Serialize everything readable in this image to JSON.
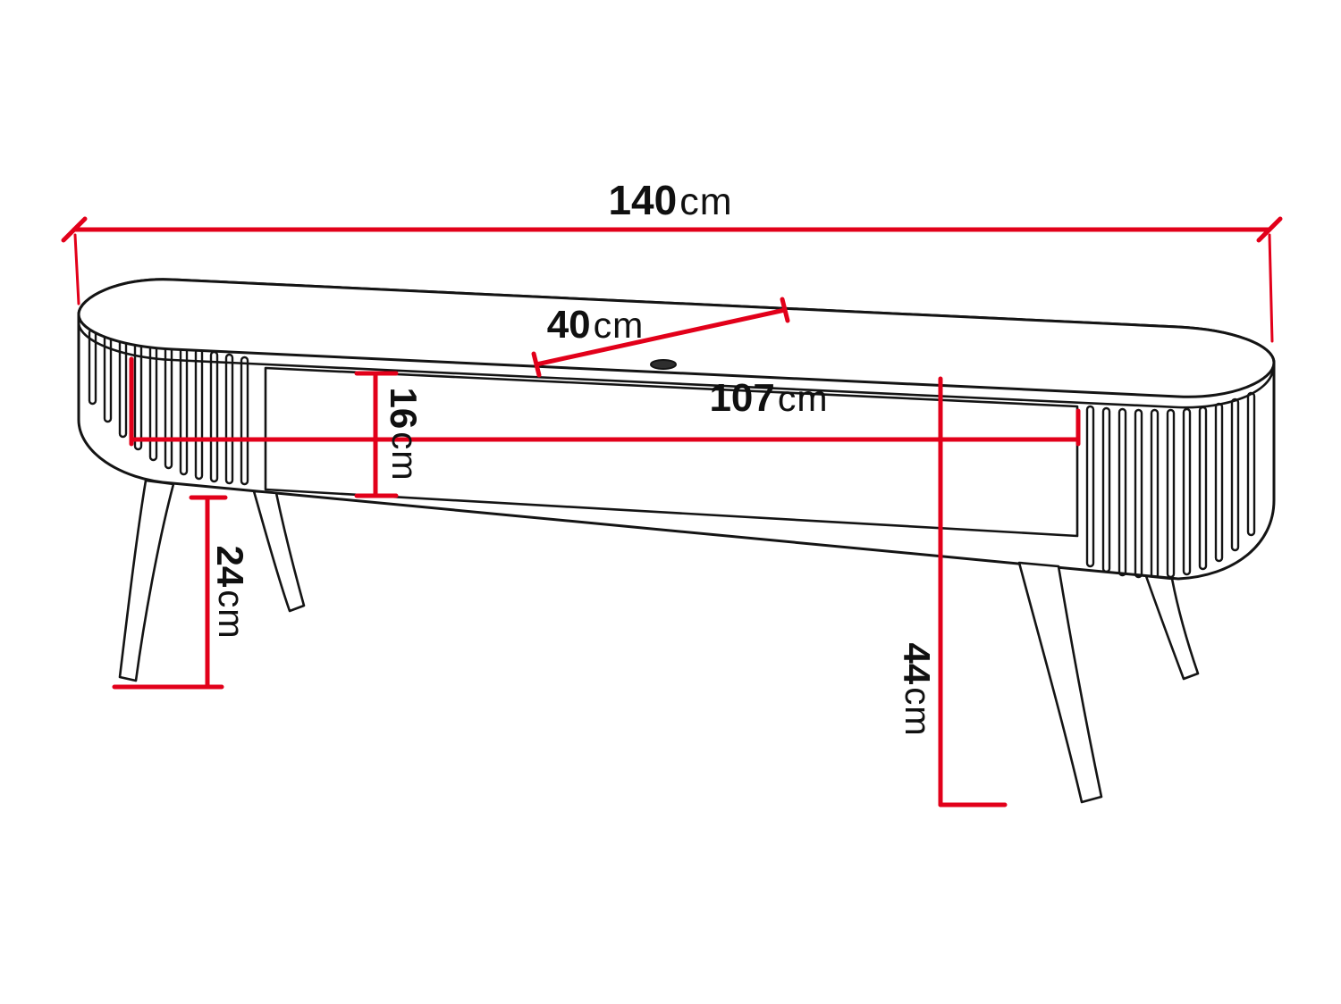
{
  "diagram": {
    "subject": "Oval TV stand / media console technical drawing with slatted ends and splayed legs",
    "colors": {
      "dimension_line": "#e2001a",
      "outline": "#141414",
      "background": "#ffffff"
    },
    "dimensions": {
      "width": {
        "value": "140",
        "unit": "cm"
      },
      "depth": {
        "value": "40",
        "unit": "cm"
      },
      "inner_width": {
        "value": "107",
        "unit": "cm"
      },
      "niche_height": {
        "value": "16",
        "unit": "cm"
      },
      "leg_height": {
        "value": "24",
        "unit": "cm"
      },
      "total_height": {
        "value": "44",
        "unit": "cm"
      }
    }
  }
}
